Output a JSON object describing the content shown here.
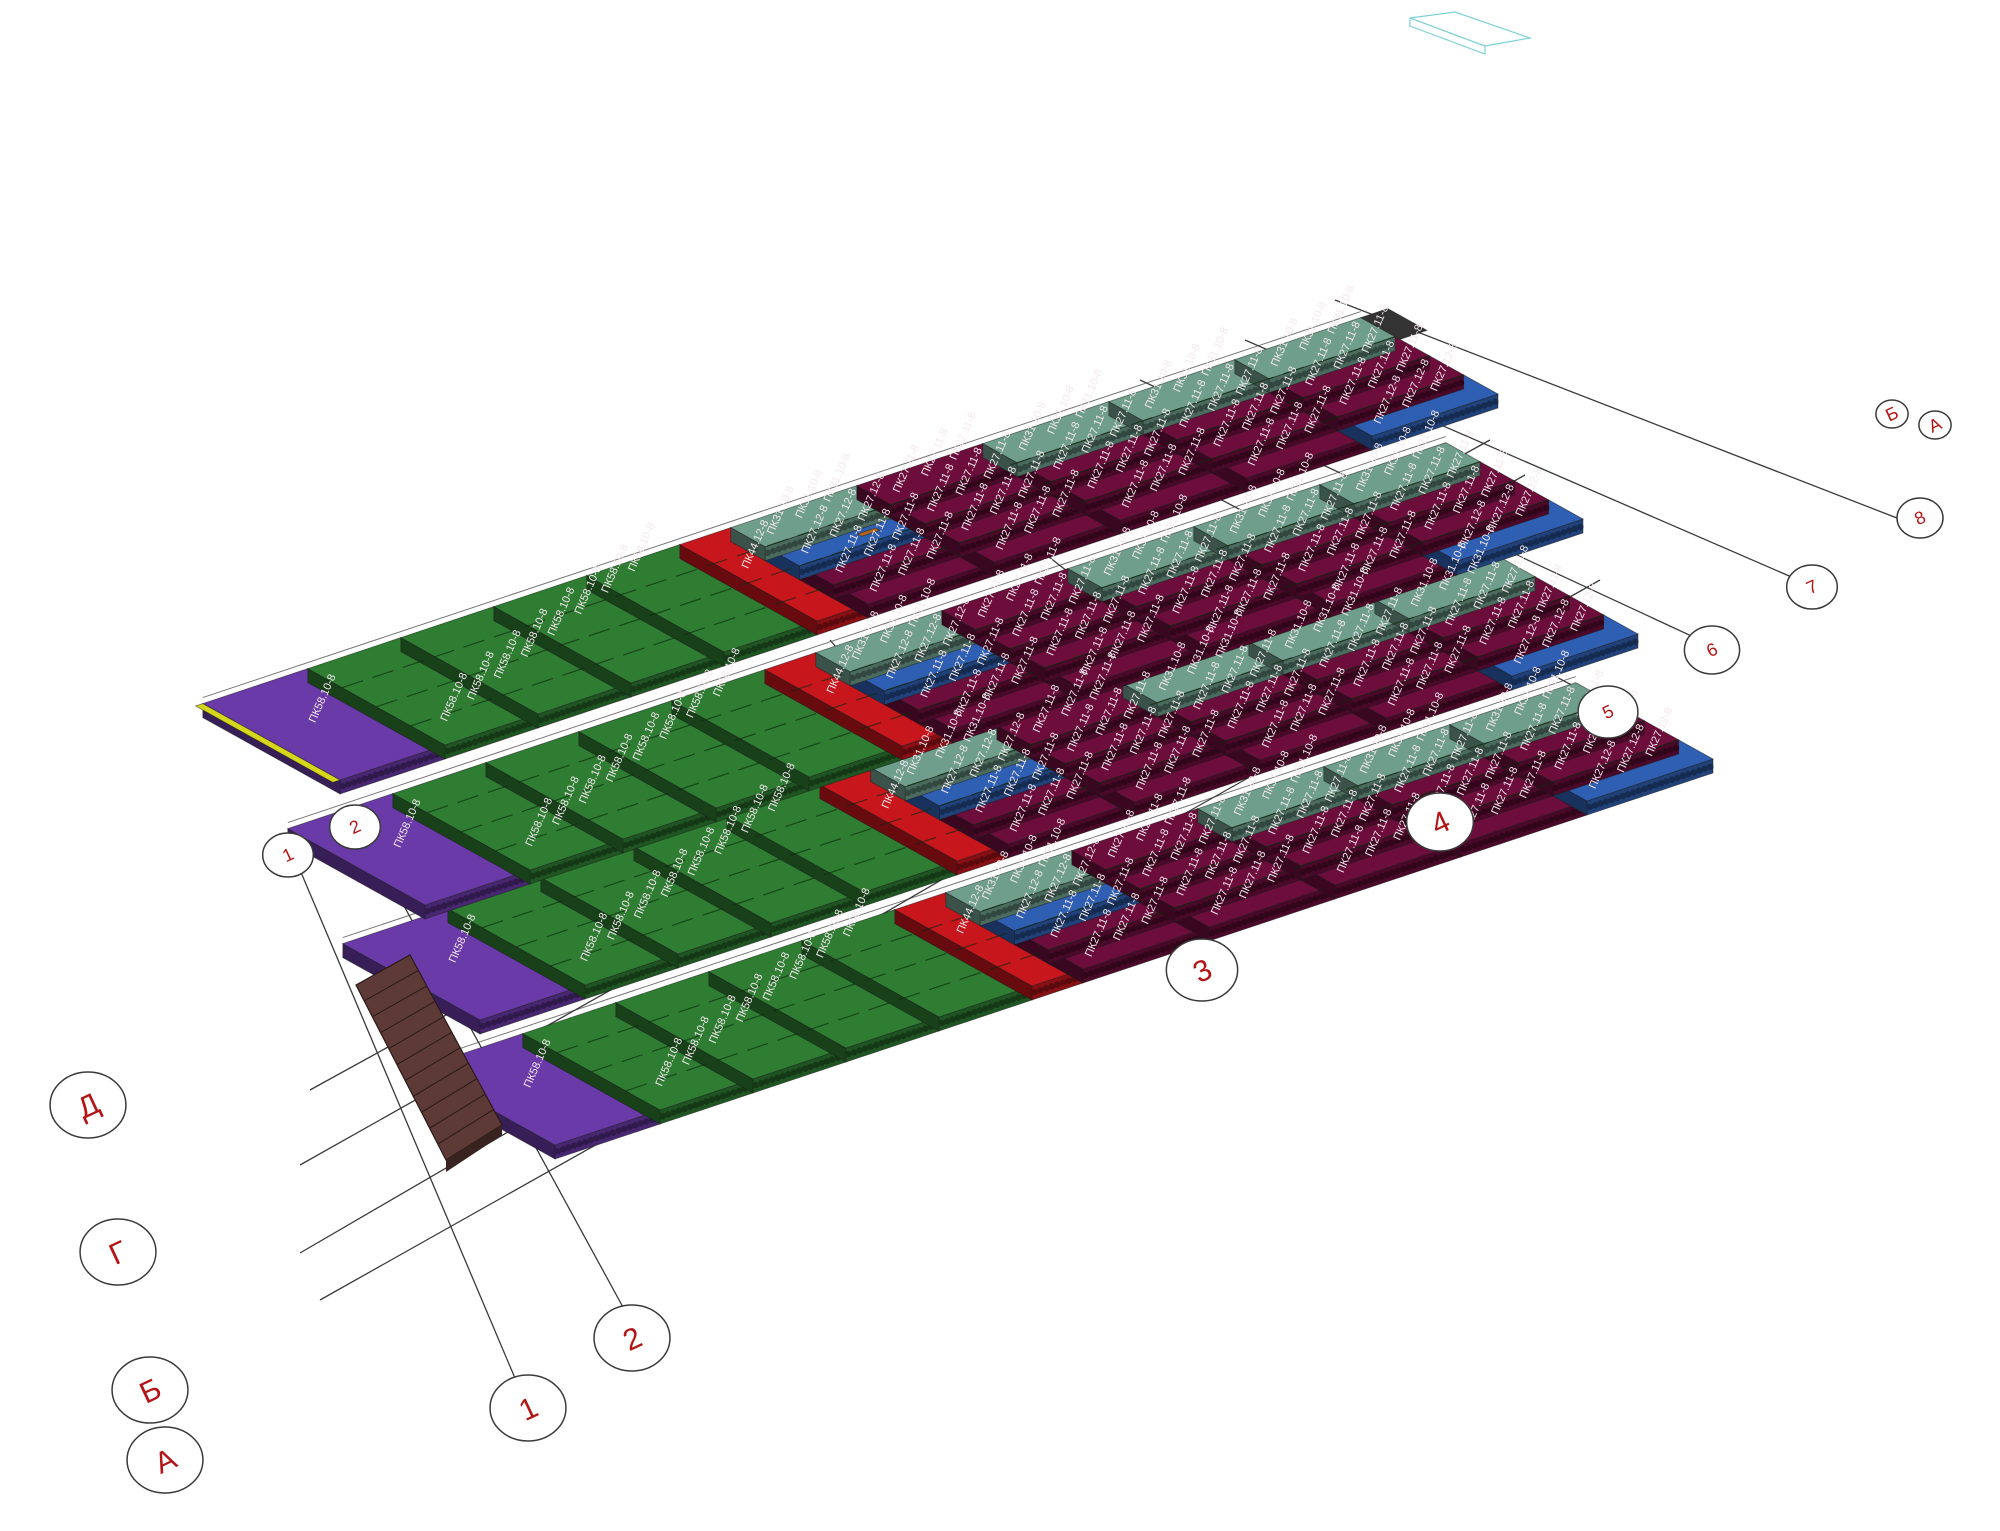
{
  "drawing": {
    "title": "",
    "colors": {
      "green": "#2e7d32",
      "purple": "#6a3aa8",
      "red": "#c8161d",
      "maroon": "#6d0d3c",
      "blue": "#2f5fb2",
      "teal": "#6f9e8c",
      "orange": "#b5651d",
      "yellow": "#d6d61c",
      "dark": "#333333",
      "brick": "#5e3a36",
      "axis_text": "#b41414"
    }
  },
  "slab_marks": {
    "green": "ПК58.10-8",
    "purple": "ПК58.10-8",
    "red": "ПК44.12-8",
    "maroon": "ПК27.11-8",
    "blue": "ПК27.12-8",
    "teal": "ПК31.10-8",
    "teal_alt": "ПК31.12-8",
    "orange": "ПК44.12-8"
  },
  "axes": {
    "letters": [
      "Д",
      "Г",
      "Б",
      "А"
    ],
    "numbers": [
      "1",
      "2",
      "3",
      "4",
      "5",
      "6",
      "7",
      "8"
    ],
    "top_letters": [
      "Б",
      "А"
    ],
    "top_numbers": [
      "1",
      "2"
    ]
  }
}
